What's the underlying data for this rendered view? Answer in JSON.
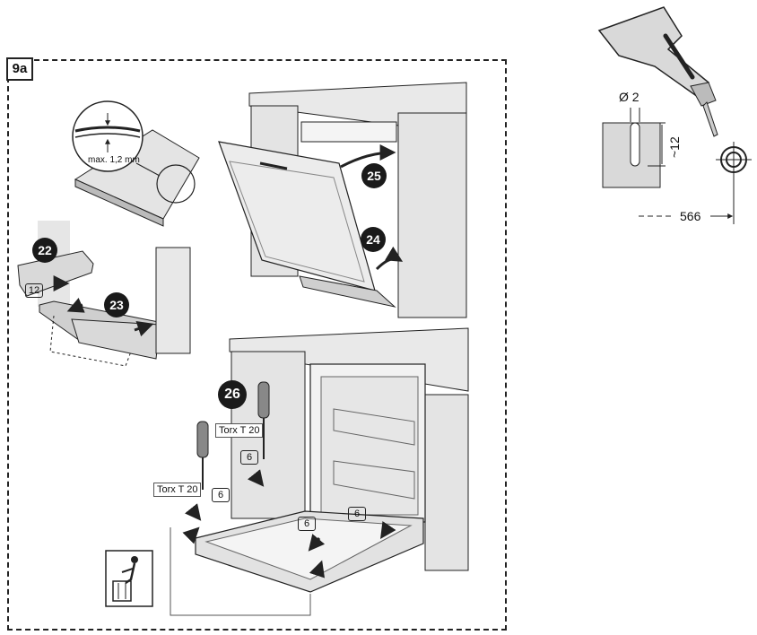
{
  "step_label": "9a",
  "steps": {
    "s22": "22",
    "s23": "23",
    "s24": "24",
    "s25": "25",
    "s26": "26"
  },
  "panel_gap": {
    "thickness_label": "max. 1,2 mm"
  },
  "panel_remove": {
    "screw_size": "12"
  },
  "drilling": {
    "diameter_label": "Ø 2",
    "depth_label": "~12",
    "distance_label": "566"
  },
  "fastening": {
    "tool_label_1": "Torx T 20",
    "tool_label_2": "Torx T 20",
    "screw_sizes": [
      "6",
      "6",
      "6",
      "6"
    ]
  },
  "colors": {
    "line": "#222222",
    "gray_fill": "#d9d9d9",
    "light_fill": "#eeeeee",
    "badge": "#1a1a1a",
    "arrow": "#333333"
  }
}
